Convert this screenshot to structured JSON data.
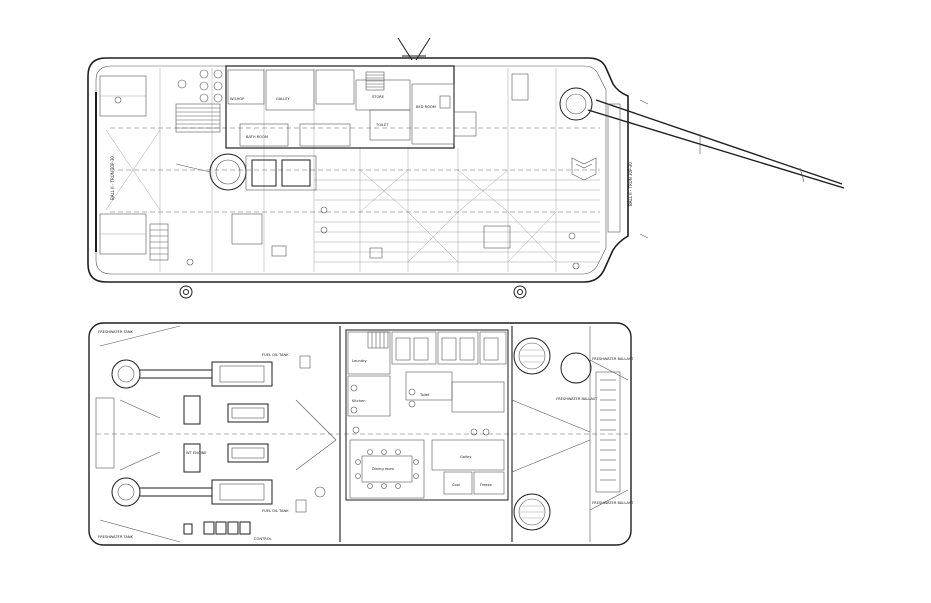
{
  "upper_deck": {
    "rooms": [
      {
        "label": "W.SHOP"
      },
      {
        "label": "GALLEY"
      },
      {
        "label": "BATH ROOM"
      },
      {
        "label": "STORE"
      },
      {
        "label": "BED ROOM"
      },
      {
        "label": "TOILET"
      }
    ],
    "bow_label": "BALL II - TRUN 30P-30",
    "stern_label": "BALL II - TRUN 30P-30"
  },
  "lower_deck": {
    "tanks": [
      {
        "label": "FRESHWATER TANK"
      },
      {
        "label": "FRESHWATER TANK"
      },
      {
        "label": "FUEL OIL TANK"
      },
      {
        "label": "FUEL OIL TANK"
      },
      {
        "label": "FRESHWATER BALLAST"
      },
      {
        "label": "FRESHWATER BALLAST"
      },
      {
        "label": "FRESHWATER BALLAST"
      }
    ],
    "rooms": [
      {
        "label": "Laundry"
      },
      {
        "label": "Kitchen"
      },
      {
        "label": "Toilet"
      },
      {
        "label": "Dining room"
      },
      {
        "label": "Galley"
      },
      {
        "label": "Cool"
      },
      {
        "label": "Freeze"
      },
      {
        "label": "WT ENGINE"
      },
      {
        "label": "CONTROL"
      }
    ]
  }
}
